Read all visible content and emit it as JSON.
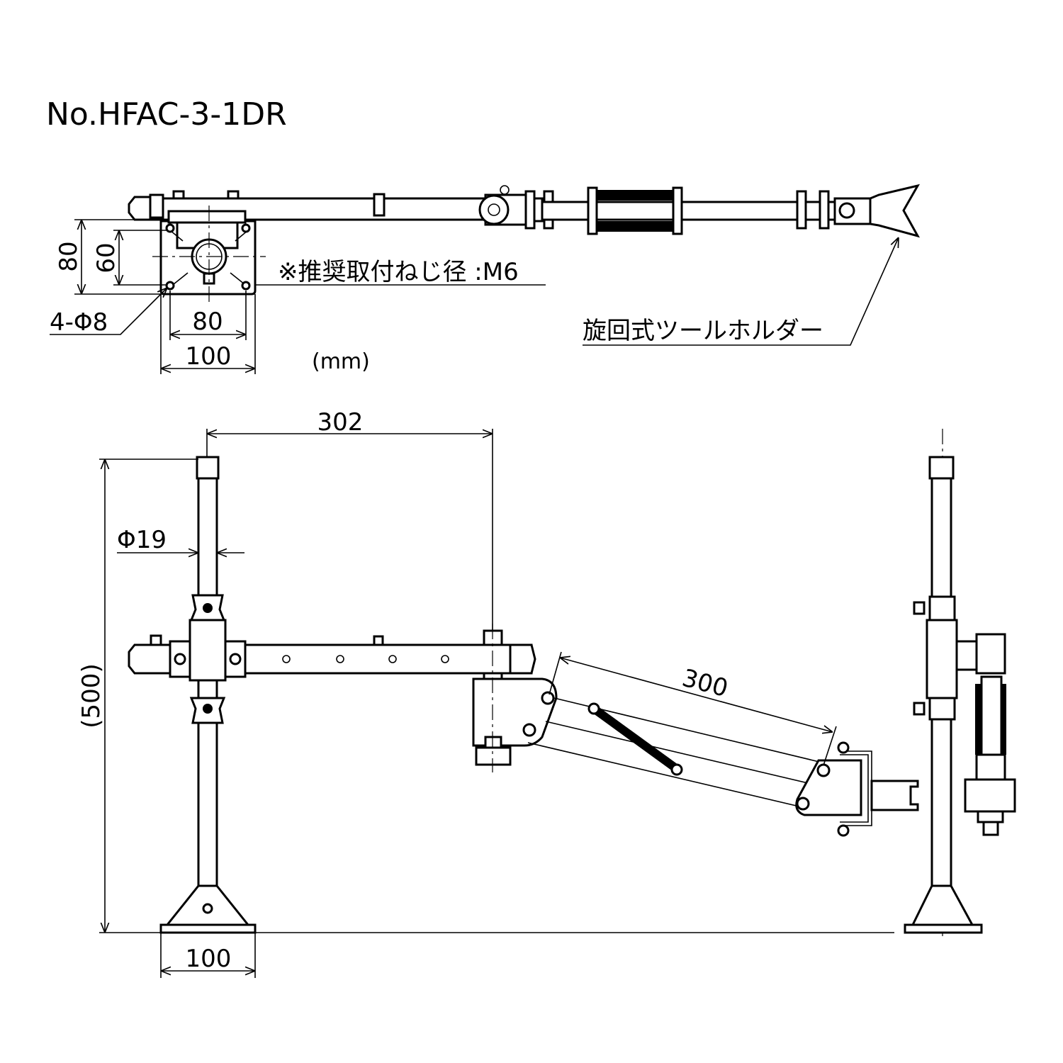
{
  "title": "No.HFAC-3-1DR",
  "top_view": {
    "dim_height_outer": "80",
    "dim_height_inner": "60",
    "hole_spec": "4-Φ8",
    "dim_width_inner": "80",
    "dim_width_outer": "100",
    "unit": "(mm)",
    "screw_note": "※推奨取付ねじ径 :M6",
    "tool_holder_label": "旋回式ツールホルダー"
  },
  "front_view": {
    "dim_reach": "302",
    "dim_pole_diameter": "Φ19",
    "dim_height": "(500)",
    "dim_arm_length": "300",
    "dim_base_width": "100"
  }
}
